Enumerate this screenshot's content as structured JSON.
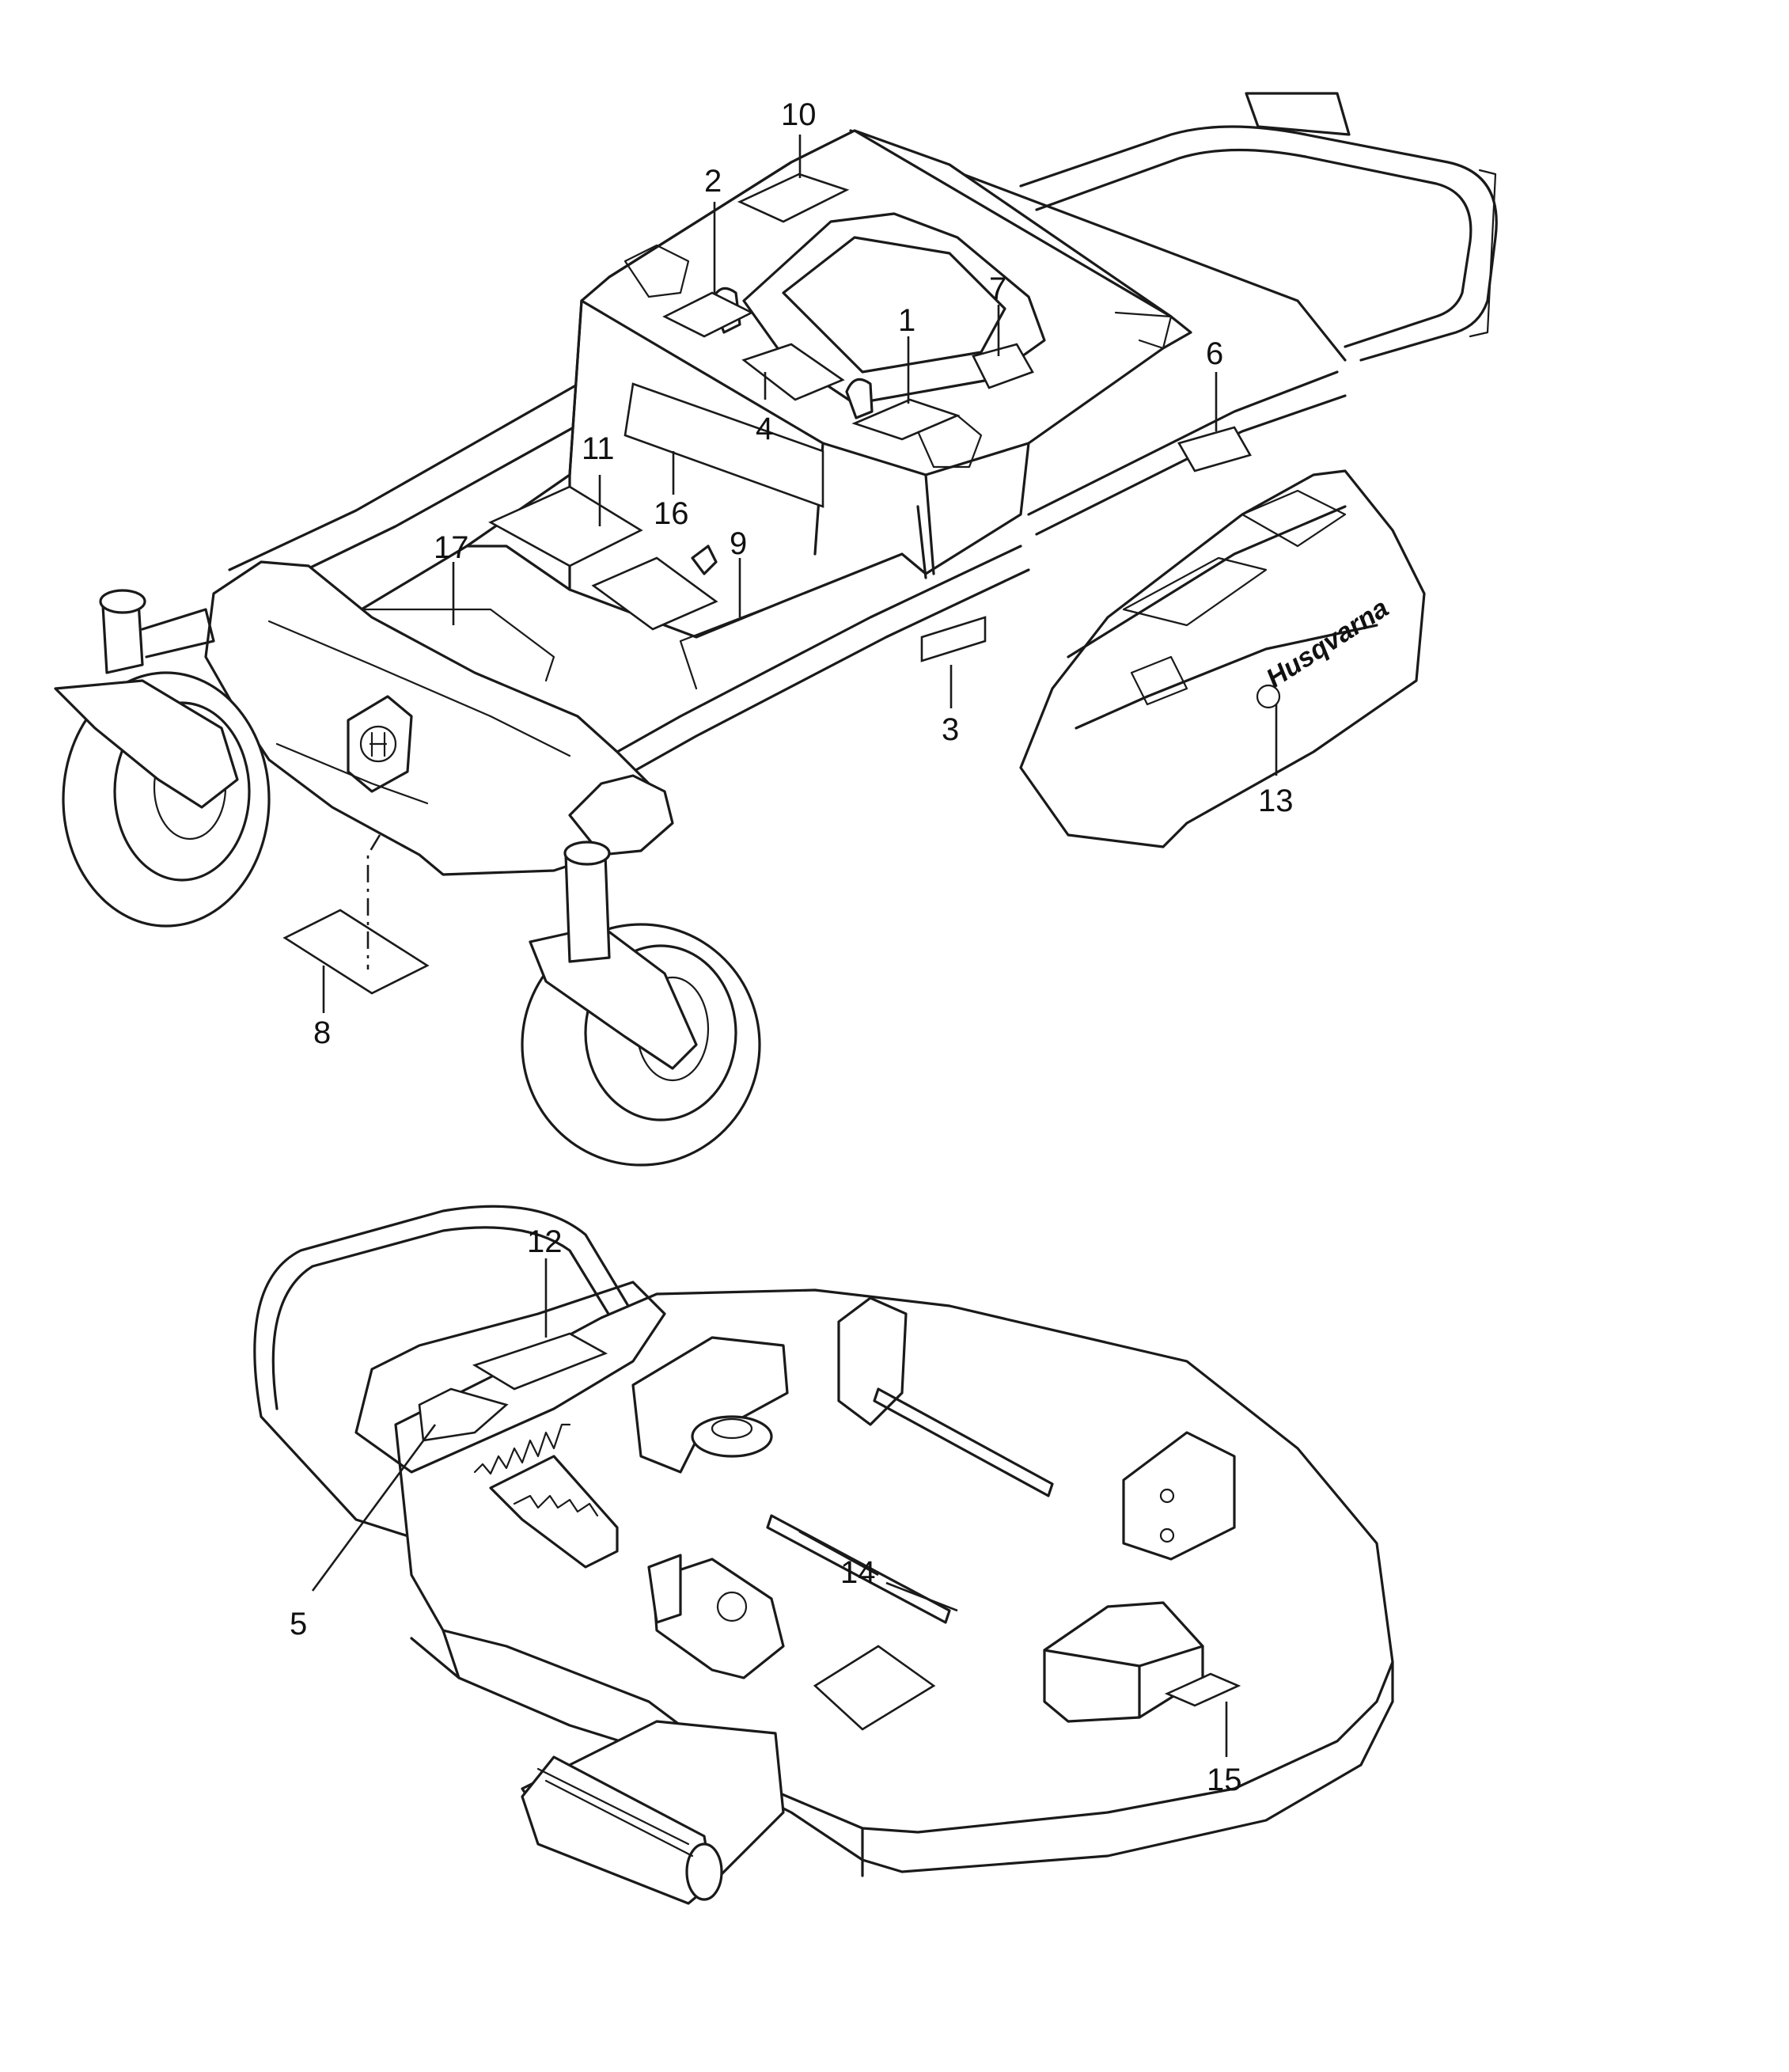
{
  "diagram": {
    "callouts": [
      {
        "id": "c1",
        "label": "1"
      },
      {
        "id": "c2",
        "label": "2"
      },
      {
        "id": "c3",
        "label": "3"
      },
      {
        "id": "c4",
        "label": "4"
      },
      {
        "id": "c5",
        "label": "5"
      },
      {
        "id": "c6",
        "label": "6"
      },
      {
        "id": "c7",
        "label": "7"
      },
      {
        "id": "c8",
        "label": "8"
      },
      {
        "id": "c9",
        "label": "9"
      },
      {
        "id": "c10",
        "label": "10"
      },
      {
        "id": "c11",
        "label": "11"
      },
      {
        "id": "c12",
        "label": "12"
      },
      {
        "id": "c13",
        "label": "13"
      },
      {
        "id": "c14",
        "label": "14"
      },
      {
        "id": "c15",
        "label": "15"
      },
      {
        "id": "c16",
        "label": "16"
      },
      {
        "id": "c17",
        "label": "17"
      }
    ],
    "brand_text": "Husqvarna",
    "colors": {
      "line": "#1a1a1a",
      "background": "#ffffff"
    }
  }
}
